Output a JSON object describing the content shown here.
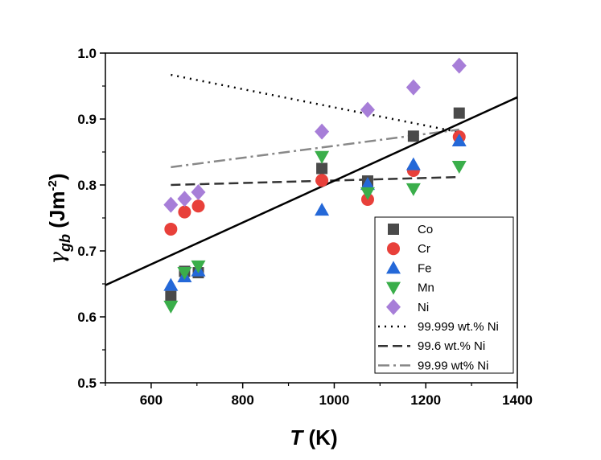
{
  "chart_data": {
    "type": "scatter",
    "xlabel": {
      "symbol": "T",
      "unit": " (K)"
    },
    "ylabel": {
      "symbol": "γ",
      "subscript": "gb",
      "unit": " (Jm",
      "superscript": "-2",
      "close": ")"
    },
    "xlim": [
      500,
      1400
    ],
    "ylim": [
      0.5,
      1.0
    ],
    "xticks": [
      "600",
      "800",
      "1000",
      "1200",
      "1400"
    ],
    "xtick_values": [
      600,
      800,
      1000,
      1200,
      1400
    ],
    "yticks": [
      "0.5",
      "0.6",
      "0.7",
      "0.8",
      "0.9",
      "1.0"
    ],
    "ytick_values": [
      0.5,
      0.6,
      0.7,
      0.8,
      0.9,
      1.0
    ],
    "grid": false,
    "legend_position": "bottom-right",
    "series": [
      {
        "name": "Co",
        "marker": "square",
        "color": "#4a4a4a",
        "points": [
          [
            643,
            0.631
          ],
          [
            673,
            0.669
          ],
          [
            703,
            0.667
          ],
          [
            973,
            0.825
          ],
          [
            1073,
            0.806
          ],
          [
            1173,
            0.874
          ],
          [
            1273,
            0.909
          ]
        ]
      },
      {
        "name": "Cr",
        "marker": "circle",
        "color": "#e8403a",
        "points": [
          [
            643,
            0.733
          ],
          [
            673,
            0.759
          ],
          [
            703,
            0.768
          ],
          [
            973,
            0.807
          ],
          [
            1073,
            0.778
          ],
          [
            1173,
            0.822
          ],
          [
            1273,
            0.873
          ]
        ]
      },
      {
        "name": "Fe",
        "marker": "triangle-up",
        "color": "#2468d8",
        "points": [
          [
            643,
            0.648
          ],
          [
            673,
            0.661
          ],
          [
            703,
            0.67
          ],
          [
            973,
            0.762
          ],
          [
            1073,
            0.801
          ],
          [
            1173,
            0.831
          ],
          [
            1273,
            0.867
          ]
        ]
      },
      {
        "name": "Mn",
        "marker": "triangle-down",
        "color": "#3aae4a",
        "points": [
          [
            643,
            0.616
          ],
          [
            673,
            0.667
          ],
          [
            703,
            0.677
          ],
          [
            973,
            0.843
          ],
          [
            1073,
            0.788
          ],
          [
            1173,
            0.794
          ],
          [
            1273,
            0.828
          ]
        ]
      },
      {
        "name": "Ni",
        "marker": "diamond",
        "color": "#a77ed8",
        "points": [
          [
            643,
            0.77
          ],
          [
            673,
            0.779
          ],
          [
            703,
            0.789
          ],
          [
            973,
            0.881
          ],
          [
            1073,
            0.914
          ],
          [
            1173,
            0.948
          ],
          [
            1273,
            0.981
          ]
        ]
      }
    ],
    "lines": [
      {
        "name": "99.999 wt.% Ni",
        "style": "dotted",
        "color": "#000000",
        "x": [
          643,
          1273
        ],
        "y": [
          0.967,
          0.88
        ]
      },
      {
        "name": "99.6 wt.% Ni",
        "style": "dashed",
        "color": "#333333",
        "x": [
          643,
          1273
        ],
        "y": [
          0.8,
          0.812
        ]
      },
      {
        "name": "99.99 wt% Ni",
        "style": "dashdot",
        "color": "#888888",
        "x": [
          643,
          1273
        ],
        "y": [
          0.827,
          0.884
        ]
      },
      {
        "name": "",
        "style": "solid",
        "color": "#000000",
        "x": [
          500,
          1400
        ],
        "y": [
          0.648,
          0.933
        ]
      }
    ]
  }
}
